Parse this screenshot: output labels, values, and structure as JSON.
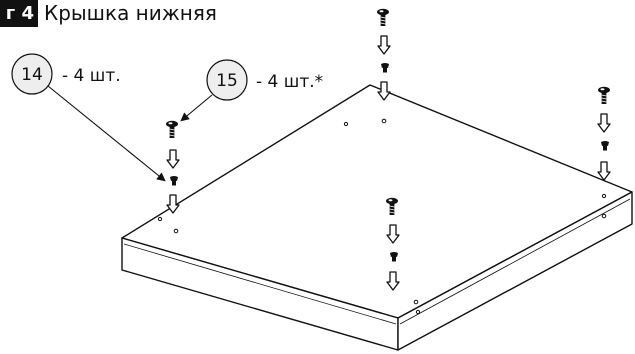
{
  "step": {
    "badge": "г 4",
    "title": "Крышка нижняя"
  },
  "parts": [
    {
      "number": "14",
      "quantity_label": "- 4 шт."
    },
    {
      "number": "15",
      "quantity_label": "- 4 шт.*"
    }
  ],
  "colors": {
    "line": "#111111",
    "callout_fill": "#eeeeee",
    "badge_bg": "#111111",
    "badge_text": "#ffffff"
  }
}
